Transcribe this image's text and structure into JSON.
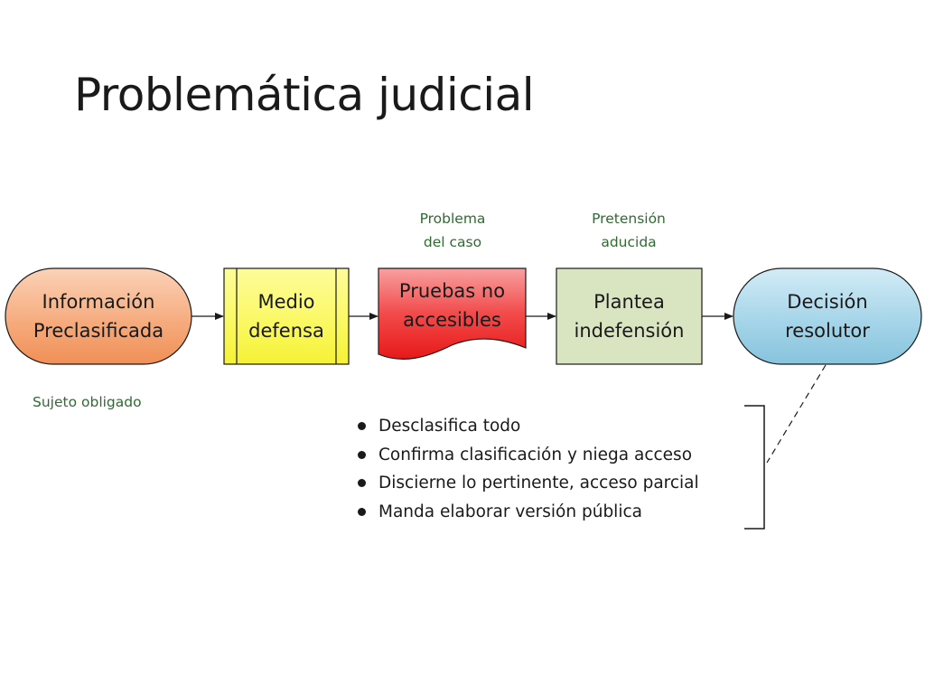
{
  "title": "Problemática judicial",
  "nodes": [
    {
      "id": "info",
      "shape": "terminator",
      "text": "Información\nPreclasificada",
      "color": "#f6b086"
    },
    {
      "id": "medio",
      "shape": "predefined-process",
      "text": "Medio\ndefensa",
      "color": "#fbfa5e"
    },
    {
      "id": "pruebas",
      "shape": "document",
      "text": "Pruebas no\naccesibles",
      "color": "#f44848"
    },
    {
      "id": "plantea",
      "shape": "process",
      "text": "Plantea\nindefensión",
      "color": "#d8e5c0"
    },
    {
      "id": "decision",
      "shape": "terminator",
      "text": "Decisión\nresolutor",
      "color": "#a9d6e8"
    }
  ],
  "annotations": {
    "problema": "Problema\ndel caso",
    "pretension": "Pretensión\naducida",
    "sujeto": "Sujeto obligado"
  },
  "options": [
    "Desclasifica todo",
    "Confirma clasificación y niega acceso",
    "Discierne lo pertinente, acceso parcial",
    "Manda elaborar versión pública"
  ],
  "colors": {
    "annotation_text": "#2f6b30",
    "line": "#1a1a1a"
  }
}
